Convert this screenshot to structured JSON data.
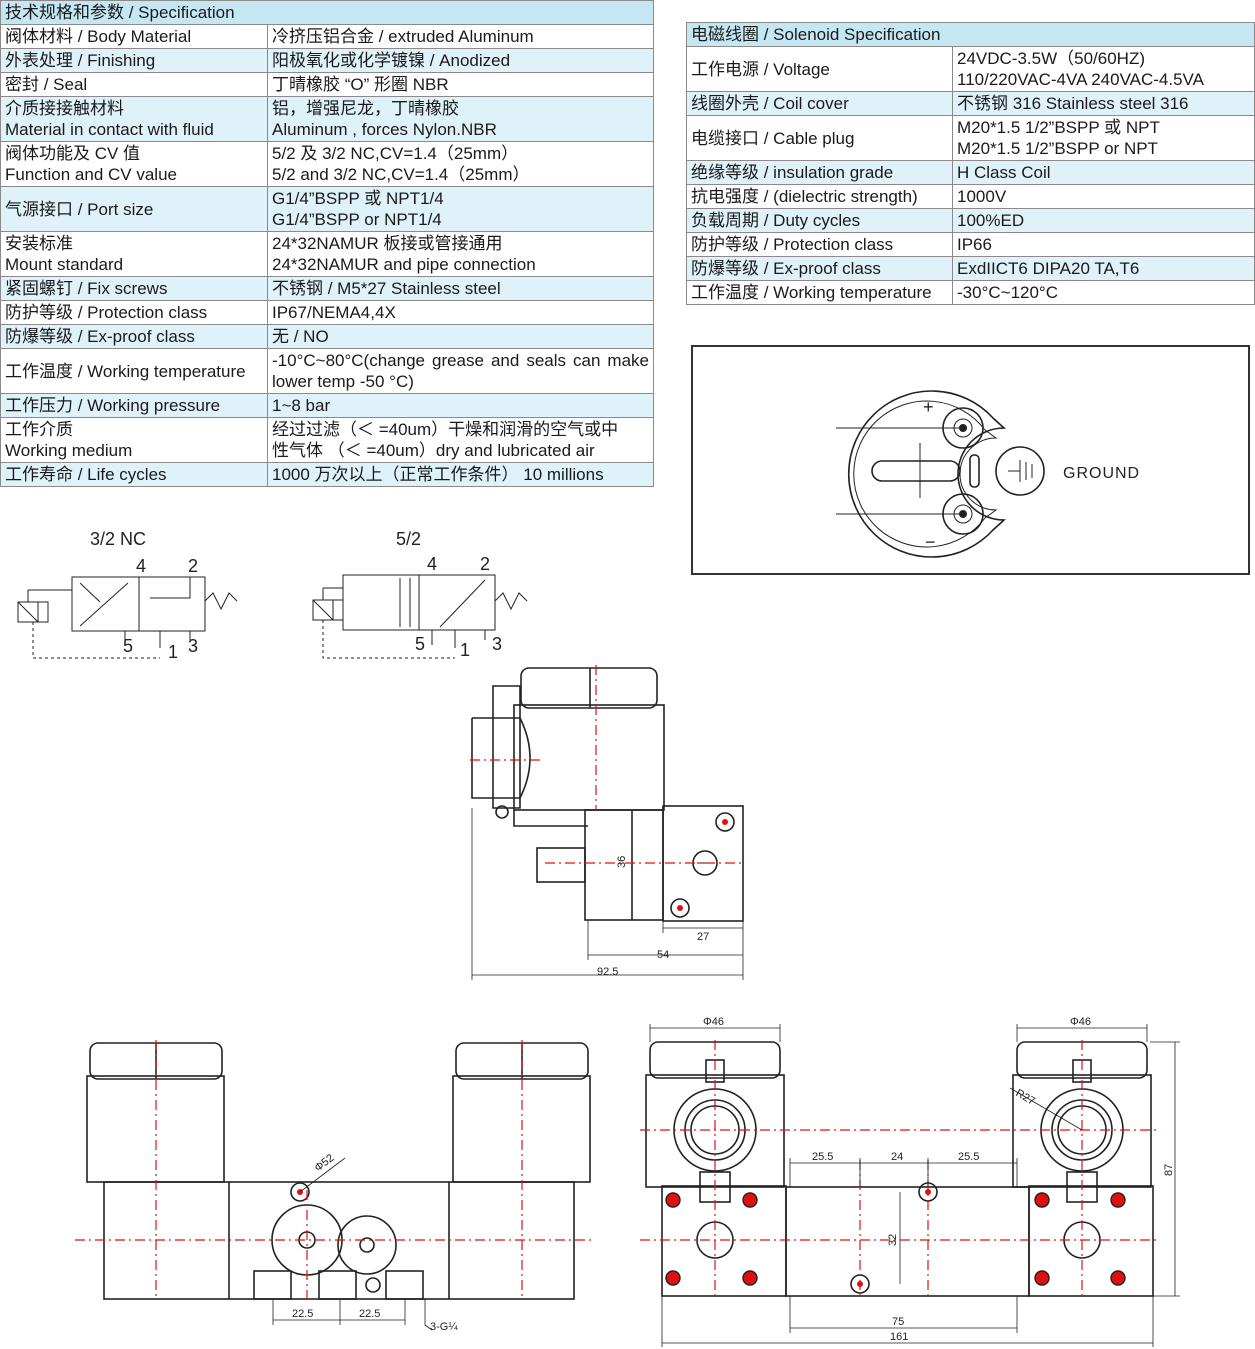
{
  "left_table": {
    "header": "技术规格和参数 / Specification",
    "rows": [
      {
        "label": [
          " 阀体材料 /  Body Material"
        ],
        "value": [
          "冷挤压铝合金 / extruded Aluminum"
        ]
      },
      {
        "label": [
          "外表处理 / Finishing"
        ],
        "value": [
          "阳极氧化或化学镀镍 / Anodized"
        ]
      },
      {
        "label": [
          "密封 / Seal"
        ],
        "value": [
          "丁晴橡胶 “O” 形圈 NBR"
        ]
      },
      {
        "label": [
          "介质接接触材料",
          "Material in contact with fluid"
        ],
        "value": [
          "铝，增强尼龙，丁晴橡胶",
          "Aluminum , forces Nylon.NBR"
        ]
      },
      {
        "label": [
          "阀体功能及 CV 值",
          "Function and CV value"
        ],
        "value": [
          "5/2 及 3/2 NC,CV=1.4（25mm）",
          "5/2 and 3/2 NC,CV=1.4（25mm）"
        ]
      },
      {
        "label": [
          "气源接口 / Port  size"
        ],
        "value": [
          "G1/4”BSPP 或 NPT1/4",
          "G1/4”BSPP or NPT1/4"
        ]
      },
      {
        "label": [
          "安装标准",
          "Mount  standard"
        ],
        "value": [
          "24*32NAMUR 板接或管接通用",
          "24*32NAMUR and pipe connection"
        ]
      },
      {
        "label": [
          "紧固螺钉 / Fix screws"
        ],
        "value": [
          "不锈钢 / M5*27 Stainless steel"
        ]
      },
      {
        "label": [
          "防护等级 / Protection class"
        ],
        "value": [
          "IP67/NEMA4,4X"
        ]
      },
      {
        "label": [
          "防爆等级 / Ex-proof class"
        ],
        "value": [
          "无 / NO"
        ]
      },
      {
        "label": [
          "工作温度 / Working temperature"
        ],
        "value": [
          "-10°C~80°C(change grease and seals can make lower temp -50 °C)"
        ]
      },
      {
        "label": [
          "工作压力 / Working pressure"
        ],
        "value": [
          "1~8 bar"
        ]
      },
      {
        "label": [
          "工作介质",
          "Working medium"
        ],
        "value": [
          "经过过滤（＜ =40um）干燥和润滑的空气或中",
          "性气体 （＜ =40um）dry and lubricated air"
        ]
      },
      {
        "label": [
          "工作寿命 / Life cycles"
        ],
        "value": [
          "1000 万次以上（正常工作条件）  10 millions"
        ]
      }
    ]
  },
  "right_table": {
    "header": "电磁线圈 / Solenoid Specification",
    "rows": [
      {
        "label": [
          "工作电源 / Voltage"
        ],
        "value": [
          "24VDC-3.5W（50/60HZ)",
          "110/220VAC-4VA 240VAC-4.5VA"
        ]
      },
      {
        "label": [
          "线圈外壳 / Coil cover"
        ],
        "value": [
          "不锈钢 316  Stainless steel 316"
        ]
      },
      {
        "label": [
          "电缆接口 / Cable plug"
        ],
        "value": [
          "M20*1.5 1/2”BSPP 或 NPT",
          "M20*1.5 1/2”BSPP or  NPT"
        ]
      },
      {
        "label": [
          "绝缘等级 / insulation grade"
        ],
        "value": [
          "H Class Coil"
        ]
      },
      {
        "label": [
          "抗电强度 / (dielectric strength)"
        ],
        "value": [
          "1000V"
        ]
      },
      {
        "label": [
          "负载周期 / Duty cycles"
        ],
        "value": [
          "100%ED"
        ]
      },
      {
        "label": [
          "防护等级 / Protection class"
        ],
        "value": [
          "IP66"
        ]
      },
      {
        "label": [
          "防爆等级 / Ex-proof class"
        ],
        "value": [
          "ExdIICT6 DIPA20 TA,T6"
        ]
      },
      {
        "label": [
          "工作温度 / Working temperature"
        ],
        "value": [
          "-30°C~120°C"
        ]
      }
    ]
  },
  "wiring": {
    "ground": "GROUND",
    "plus": "+",
    "minus": "−"
  },
  "symbols": {
    "nc_title": "3/2 NC",
    "nc_ports": [
      "4",
      "2",
      "5",
      "1",
      "3"
    ],
    "five_title": "5/2",
    "five_ports": [
      "4",
      "2",
      "5",
      "1",
      "3"
    ]
  },
  "side_view": {
    "dims": [
      "36",
      "27",
      "54",
      "92.5"
    ]
  },
  "front_view": {
    "dims": [
      "Φ52",
      "22.5",
      "22.5",
      "3-G¼"
    ]
  },
  "end_view": {
    "dims": [
      "Φ46",
      "Φ46",
      "R27",
      "25.5",
      "24",
      "25.5",
      "32",
      "87",
      "75",
      "161"
    ]
  },
  "colors": {
    "header_bg": "#c5e7f4",
    "row_shade": "#dff2fa",
    "centerline": "#e01010"
  }
}
